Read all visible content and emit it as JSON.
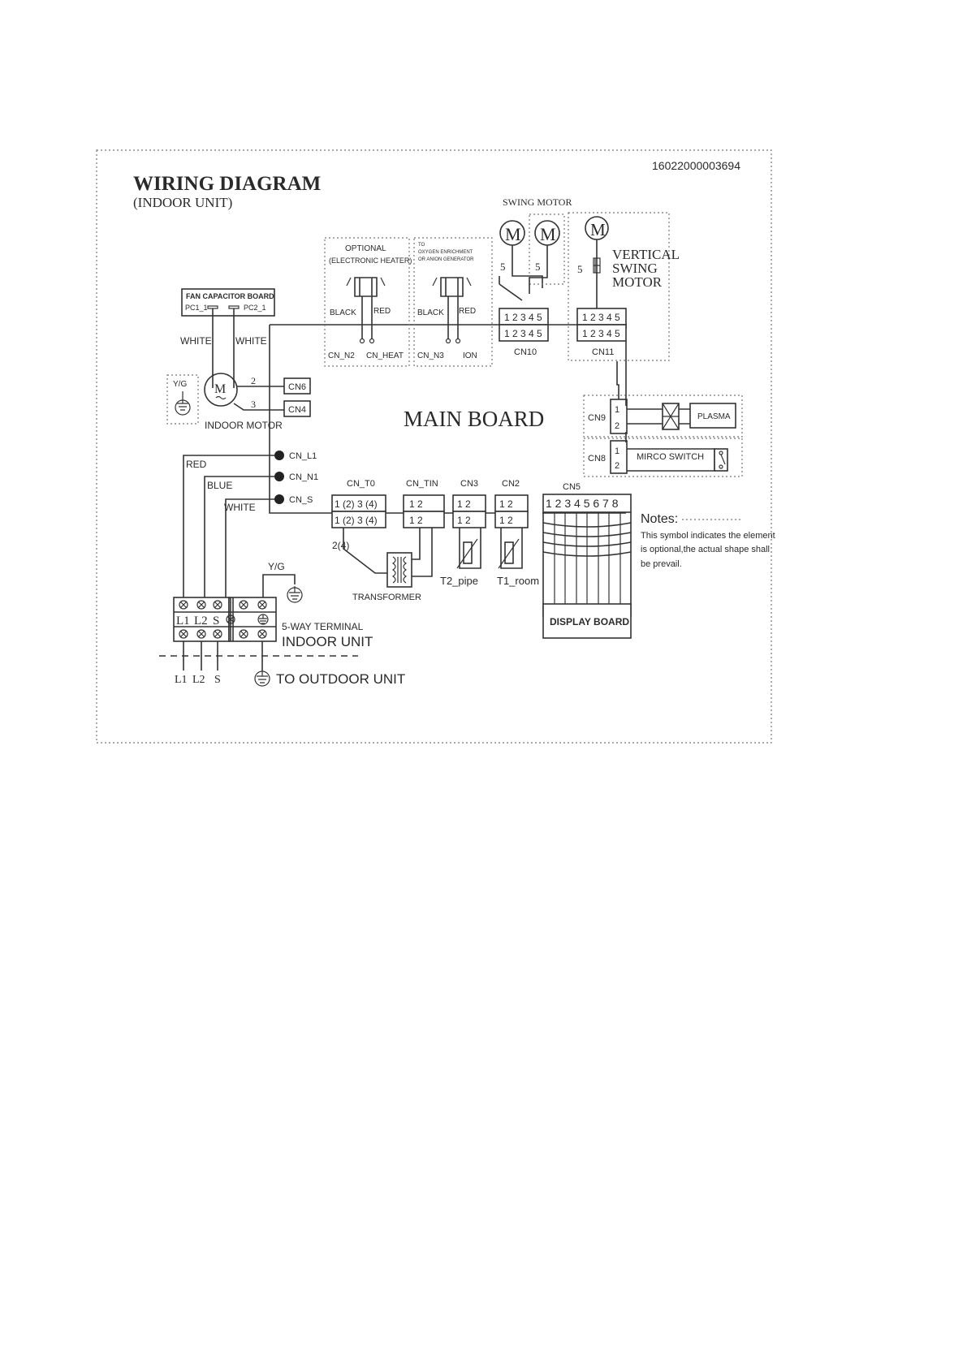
{
  "doc_number": "16022000003694",
  "title": "WIRING DIAGRAM",
  "subtitle": "(INDOOR UNIT)",
  "main_board": "MAIN BOARD",
  "swing_motor": {
    "title": "SWING MOTOR",
    "motor": "M",
    "pin": "5",
    "connector": "CN10"
  },
  "vertical_swing": {
    "motor": "M",
    "pin": "5",
    "label_1": "VERTICAL",
    "label_2": "SWING",
    "label_3": "MOTOR",
    "connector": "CN11"
  },
  "pins_5": "1 2 3 4 5",
  "heater": {
    "title": "OPTIONAL",
    "subtitle": "(ELECTRONIC HEATER)",
    "wire_black": "BLACK",
    "wire_red": "RED",
    "conn_1": "CN_N2",
    "conn_2": "CN_HEAT"
  },
  "ion": {
    "line_1": "TO",
    "line_2": "OXYGEN ENRICHMENT",
    "line_3": "OR ANION GENERATOR",
    "wire_black": "BLACK",
    "wire_red": "RED",
    "conn_1": "CN_N3",
    "conn_2": "ION"
  },
  "fan_capacitor": {
    "title": "FAN CAPACITOR BOARD",
    "pc1": "PC1_1",
    "pc2": "PC2_1",
    "wire_1": "WHITE",
    "wire_2": "WHITE"
  },
  "indoor_motor": {
    "ground": "Y/G",
    "motor": "M",
    "pin_2": "2",
    "pin_3": "3",
    "cn6": "CN6",
    "cn4": "CN4",
    "label": "INDOOR MOTOR"
  },
  "power_inputs": {
    "cn_l1": "CN_L1",
    "cn_n1": "CN_N1",
    "cn_s": "CN_S",
    "wire_red": "RED",
    "wire_blue": "BLUE",
    "wire_white": "WHITE"
  },
  "connectors": {
    "cn_t0": {
      "label": "CN_T0",
      "pins": "1 (2) 3 (4)"
    },
    "cn_tin": {
      "label": "CN_TIN",
      "pins": "1   2"
    },
    "cn3": {
      "label": "CN3",
      "pins": "1   2"
    },
    "cn2": {
      "label": "CN2",
      "pins": "1   2"
    },
    "cn5": {
      "label": "CN5",
      "pins": "1 2 3 4 5 6 7 8"
    }
  },
  "transformer": {
    "wire": "2(4)",
    "label": "TRANSFORMER"
  },
  "sensors": {
    "t2": "T2_pipe",
    "t1": "T1_room"
  },
  "cn9": {
    "label": "CN9",
    "pin_1": "1",
    "pin_2": "2",
    "device": "PLASMA"
  },
  "cn8": {
    "label": "CN8",
    "pin_1": "1",
    "pin_2": "2",
    "device": "MIRCO SWITCH"
  },
  "display_board": "DISPLAY BOARD",
  "notes": {
    "title": "Notes:",
    "line_1": "This symbol indicates the element",
    "line_2": "is optional,the actual shape shall",
    "line_3": "be prevail."
  },
  "terminal": {
    "ground": "Y/G",
    "l1": "L1",
    "l2": "L2",
    "s": "S",
    "label_1": "5-WAY TERMINAL",
    "label_2": "INDOOR UNIT",
    "out_l1": "L1",
    "out_l2": "L2",
    "out_s": "S",
    "outdoor": "TO OUTDOOR UNIT"
  }
}
